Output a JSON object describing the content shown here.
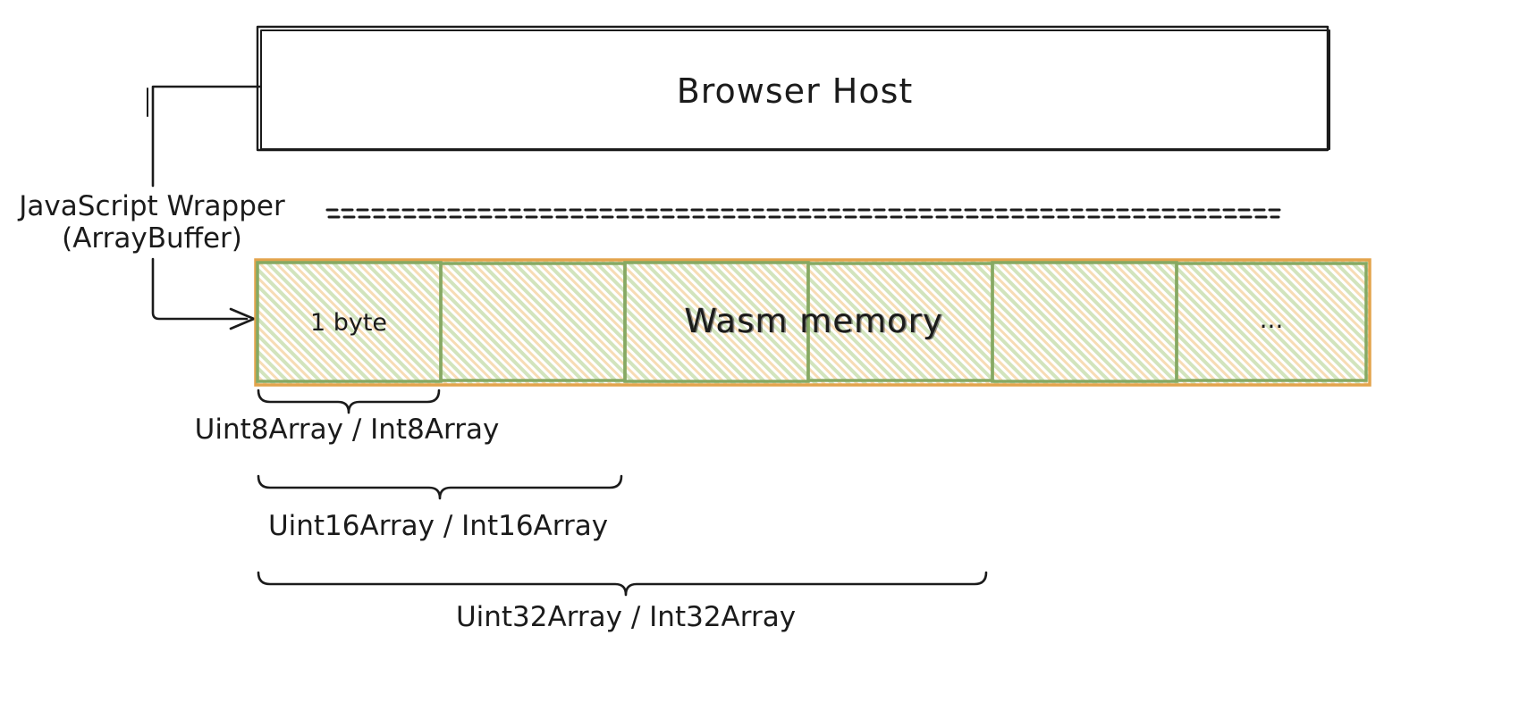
{
  "host": {
    "label": "Browser Host"
  },
  "wrapper": {
    "line1": "JavaScript Wrapper",
    "line2": "(ArrayBuffer)"
  },
  "memory_strip": {
    "first_cell_label": "1 byte",
    "center_label": "Wasm memory",
    "last_cell_label": "...",
    "cell_count": 6
  },
  "typed_array_labels": {
    "int8": "Uint8Array / Int8Array",
    "int16": "Uint16Array / Int16Array",
    "int32": "Uint32Array / Int32Array"
  },
  "colors": {
    "ink": "#1b1b1b",
    "green_border": "#86a963",
    "orange_border": "#e3a44c",
    "hatch_green": "#d2e4bd",
    "hatch_orange": "#f7dcb5"
  }
}
